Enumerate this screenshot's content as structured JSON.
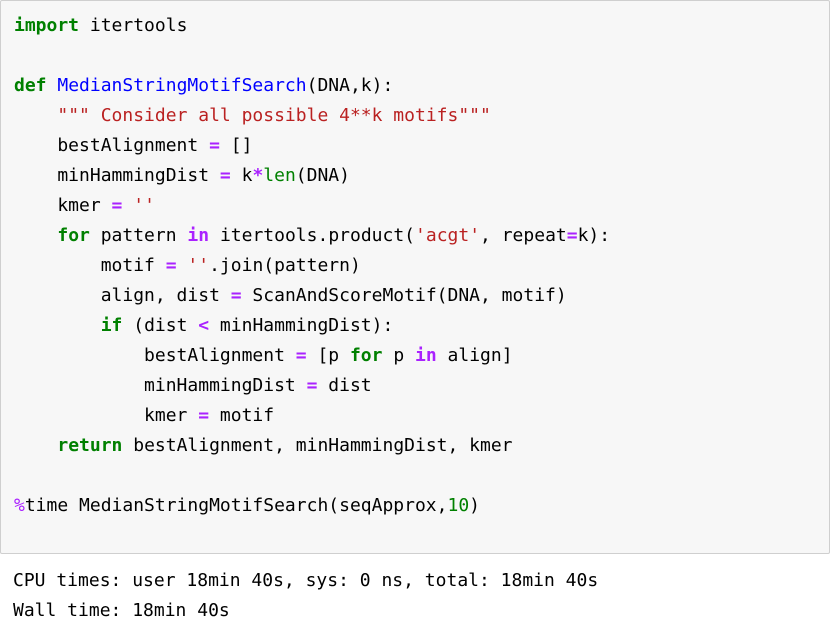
{
  "code_cell": {
    "lines": [
      [
        {
          "t": "import",
          "c": "kw"
        },
        {
          "t": " itertools",
          "c": ""
        }
      ],
      [],
      [
        {
          "t": "def",
          "c": "kw"
        },
        {
          "t": " ",
          "c": ""
        },
        {
          "t": "MedianStringMotifSearch",
          "c": "fn"
        },
        {
          "t": "(DNA,k):",
          "c": ""
        }
      ],
      [
        {
          "t": "    ",
          "c": ""
        },
        {
          "t": "\"\"\" Consider all possible 4**k motifs\"\"\"",
          "c": "str"
        }
      ],
      [
        {
          "t": "    bestAlignment ",
          "c": ""
        },
        {
          "t": "=",
          "c": "op"
        },
        {
          "t": " []",
          "c": ""
        }
      ],
      [
        {
          "t": "    minHammingDist ",
          "c": ""
        },
        {
          "t": "=",
          "c": "op"
        },
        {
          "t": " k",
          "c": ""
        },
        {
          "t": "*",
          "c": "op"
        },
        {
          "t": "len",
          "c": "bi"
        },
        {
          "t": "(DNA)",
          "c": ""
        }
      ],
      [
        {
          "t": "    kmer ",
          "c": ""
        },
        {
          "t": "=",
          "c": "op"
        },
        {
          "t": " ",
          "c": ""
        },
        {
          "t": "''",
          "c": "str"
        }
      ],
      [
        {
          "t": "    ",
          "c": ""
        },
        {
          "t": "for",
          "c": "kw"
        },
        {
          "t": " pattern ",
          "c": ""
        },
        {
          "t": "in",
          "c": "op"
        },
        {
          "t": " itertools.product(",
          "c": ""
        },
        {
          "t": "'acgt'",
          "c": "str"
        },
        {
          "t": ", repeat",
          "c": ""
        },
        {
          "t": "=",
          "c": "op"
        },
        {
          "t": "k):",
          "c": ""
        }
      ],
      [
        {
          "t": "        motif ",
          "c": ""
        },
        {
          "t": "=",
          "c": "op"
        },
        {
          "t": " ",
          "c": ""
        },
        {
          "t": "''",
          "c": "str"
        },
        {
          "t": ".join(pattern)",
          "c": ""
        }
      ],
      [
        {
          "t": "        align, dist ",
          "c": ""
        },
        {
          "t": "=",
          "c": "op"
        },
        {
          "t": " ScanAndScoreMotif(DNA, motif)",
          "c": ""
        }
      ],
      [
        {
          "t": "        ",
          "c": ""
        },
        {
          "t": "if",
          "c": "kw"
        },
        {
          "t": " (dist ",
          "c": ""
        },
        {
          "t": "<",
          "c": "op"
        },
        {
          "t": " minHammingDist):",
          "c": ""
        }
      ],
      [
        {
          "t": "            bestAlignment ",
          "c": ""
        },
        {
          "t": "=",
          "c": "op"
        },
        {
          "t": " [p ",
          "c": ""
        },
        {
          "t": "for",
          "c": "kw"
        },
        {
          "t": " p ",
          "c": ""
        },
        {
          "t": "in",
          "c": "op"
        },
        {
          "t": " align]",
          "c": ""
        }
      ],
      [
        {
          "t": "            minHammingDist ",
          "c": ""
        },
        {
          "t": "=",
          "c": "op"
        },
        {
          "t": " dist",
          "c": ""
        }
      ],
      [
        {
          "t": "            kmer ",
          "c": ""
        },
        {
          "t": "=",
          "c": "op"
        },
        {
          "t": " motif",
          "c": ""
        }
      ],
      [
        {
          "t": "    ",
          "c": ""
        },
        {
          "t": "return",
          "c": "kw"
        },
        {
          "t": " bestAlignment, minHammingDist, kmer",
          "c": ""
        }
      ],
      [],
      [
        {
          "t": "%",
          "c": "magic"
        },
        {
          "t": "time MedianStringMotifSearch(seqApprox,",
          "c": ""
        },
        {
          "t": "10",
          "c": "num"
        },
        {
          "t": ")",
          "c": ""
        }
      ]
    ]
  },
  "output": {
    "line1": "CPU times: user 18min 40s, sys: 0 ns, total: 18min 40s",
    "line2": "Wall time: 18min 40s"
  },
  "colors": {
    "keyword": "#008000",
    "function_name": "#0000ff",
    "string": "#ba2121",
    "operator": "#aa22ff",
    "builtin": "#008000",
    "number": "#008000",
    "magic": "#aa22ff",
    "cell_background": "#f7f7f7",
    "cell_border": "#cfcfcf"
  }
}
